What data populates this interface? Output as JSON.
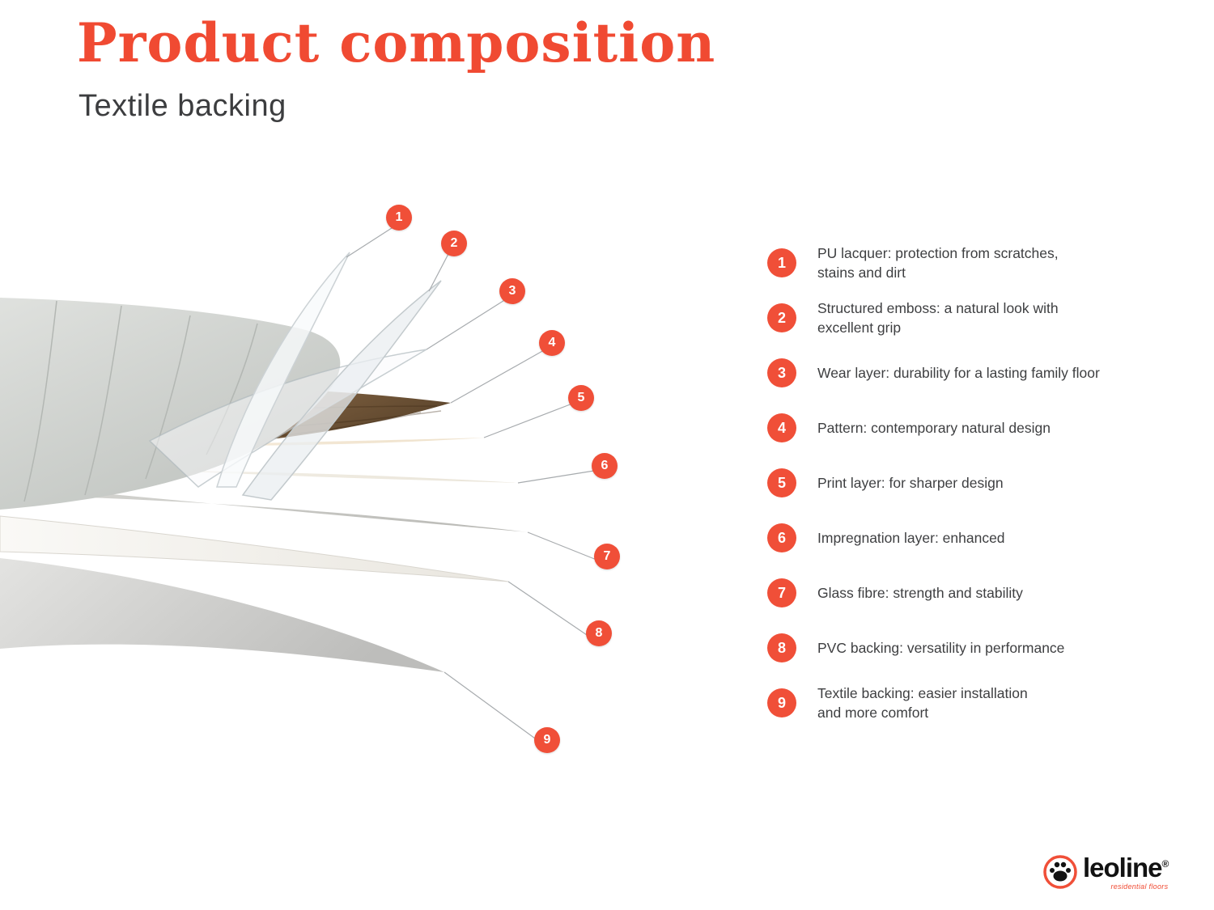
{
  "title": "Product composition",
  "subtitle": "Textile backing",
  "colors": {
    "accent": "#F04A32",
    "text": "#3E3F41",
    "marker": "#F04F38"
  },
  "legend": {
    "items": [
      {
        "num": "1",
        "text": "PU lacquer: protection from scratches,\nstains and dirt"
      },
      {
        "num": "2",
        "text": "Structured emboss: a natural look with\nexcellent grip"
      },
      {
        "num": "3",
        "text": "Wear layer: durability for a lasting family floor"
      },
      {
        "num": "4",
        "text": "Pattern: contemporary natural design"
      },
      {
        "num": "5",
        "text": "Print layer: for sharper design"
      },
      {
        "num": "6",
        "text": "Impregnation layer: enhanced"
      },
      {
        "num": "7",
        "text": "Glass fibre: strength and stability"
      },
      {
        "num": "8",
        "text": "PVC backing: versatility in performance"
      },
      {
        "num": "9",
        "text": "Textile backing: easier installation\nand more comfort"
      }
    ]
  },
  "diagram": {
    "markers": [
      {
        "num": "1"
      },
      {
        "num": "2"
      },
      {
        "num": "3"
      },
      {
        "num": "4"
      },
      {
        "num": "5"
      },
      {
        "num": "6"
      },
      {
        "num": "7"
      },
      {
        "num": "8"
      },
      {
        "num": "9"
      }
    ]
  },
  "logo": {
    "name": "leoline",
    "reg": "®",
    "tagline": "residential floors"
  }
}
